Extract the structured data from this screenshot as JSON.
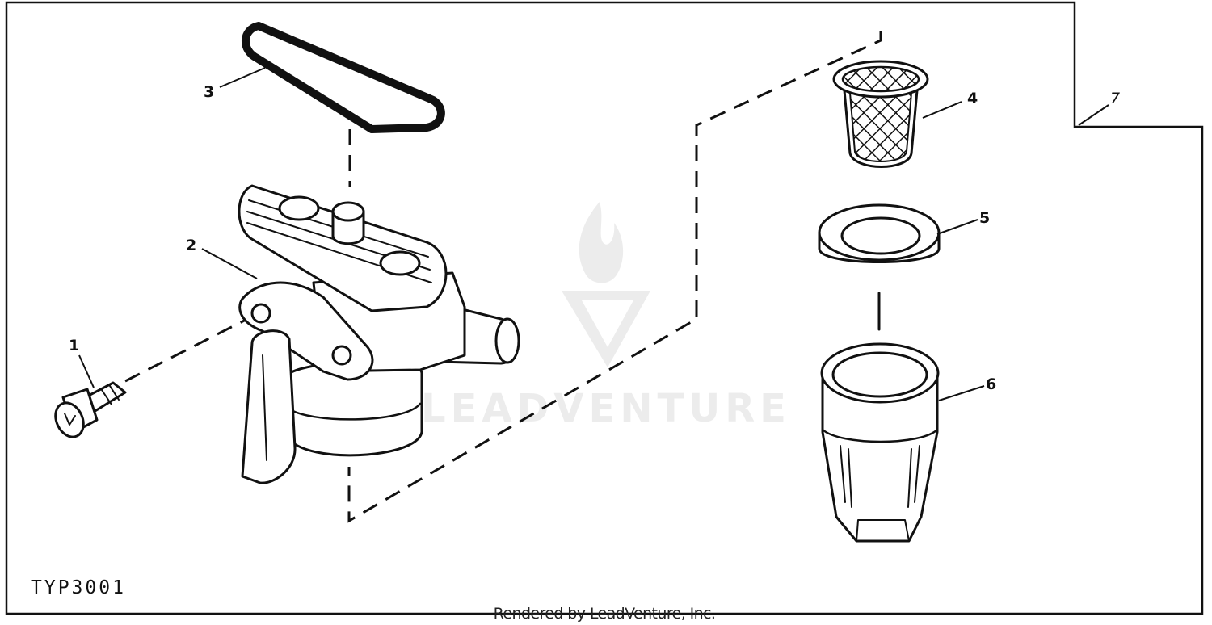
{
  "diagram": {
    "figure_id": "TYP3001",
    "credit": "Rendered by LeadVenture, Inc.",
    "watermark": "LEADVENTURE",
    "callouts": [
      "1",
      "2",
      "3",
      "4",
      "5",
      "6",
      "7"
    ],
    "icons": [
      "flame-logo-icon",
      "v-logo-icon"
    ]
  }
}
